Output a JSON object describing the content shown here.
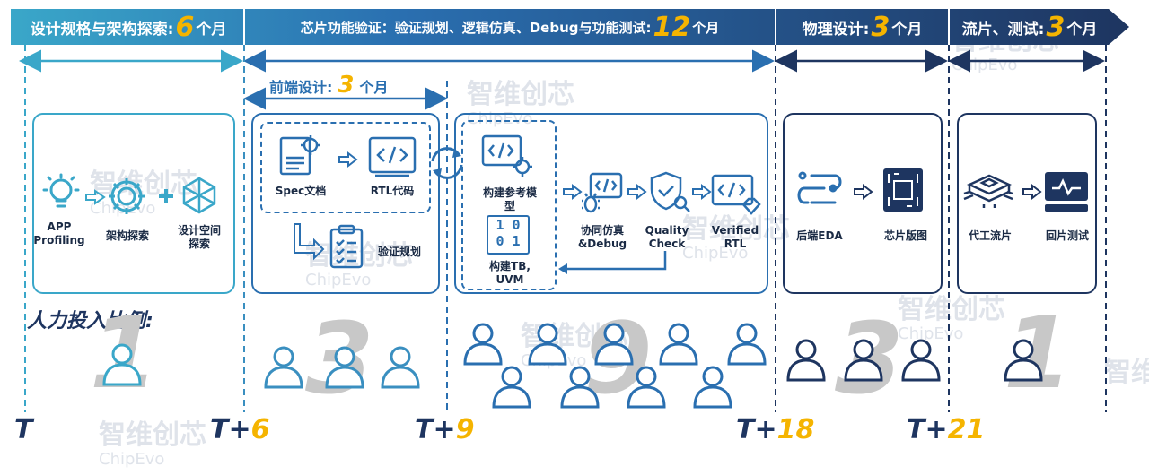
{
  "banner": {
    "seg1": {
      "label": "设计规格与架构探索:",
      "num": "6",
      "unit": "个月"
    },
    "seg2": {
      "label": "芯片功能验证：验证规划、逻辑仿真、Debug与功能测试:",
      "num": "12",
      "unit": "个月"
    },
    "seg3": {
      "label": "物理设计:",
      "num": "3",
      "unit": "个月"
    },
    "seg4": {
      "label": "流片、测试:",
      "num": "3",
      "unit": "个月"
    }
  },
  "frontend": {
    "label": "前端设计:",
    "num": "3",
    "unit": "个月"
  },
  "box1": {
    "app": "APP\nProfiling",
    "arch": "架构探索",
    "dse": "设计空间\n探索"
  },
  "box2": {
    "spec": "Spec文档",
    "rtl": "RTL代码",
    "vplan": "验证规划"
  },
  "box3": {
    "refmodel": "构建参考模\n型",
    "tb": "构建TB,\nUVM",
    "cosim": "协同仿真\n&Debug",
    "qc": "Quality\nCheck",
    "vrtl": "Verified\nRTL",
    "bits": "1 0\n0 1"
  },
  "box4": {
    "eda": "后端EDA",
    "layout": "芯片版图"
  },
  "box5": {
    "fab": "代工流片",
    "test": "回片测试"
  },
  "staff": {
    "title": "人力投入比例:",
    "ratios": [
      "1",
      "3",
      "9",
      "3",
      "1"
    ]
  },
  "times": [
    {
      "t": "T",
      "n": ""
    },
    {
      "t": "T+",
      "n": "6"
    },
    {
      "t": "T+",
      "n": "9"
    },
    {
      "t": "T+",
      "n": "18"
    },
    {
      "t": "T+",
      "n": "21"
    }
  ],
  "watermark": {
    "cn": "智维创芯",
    "en": "ChipEvo"
  },
  "colors": {
    "light": "#3aa7c9",
    "mid": "#2a6fb0",
    "dark": "#1e3560",
    "accent": "#f5b400"
  }
}
